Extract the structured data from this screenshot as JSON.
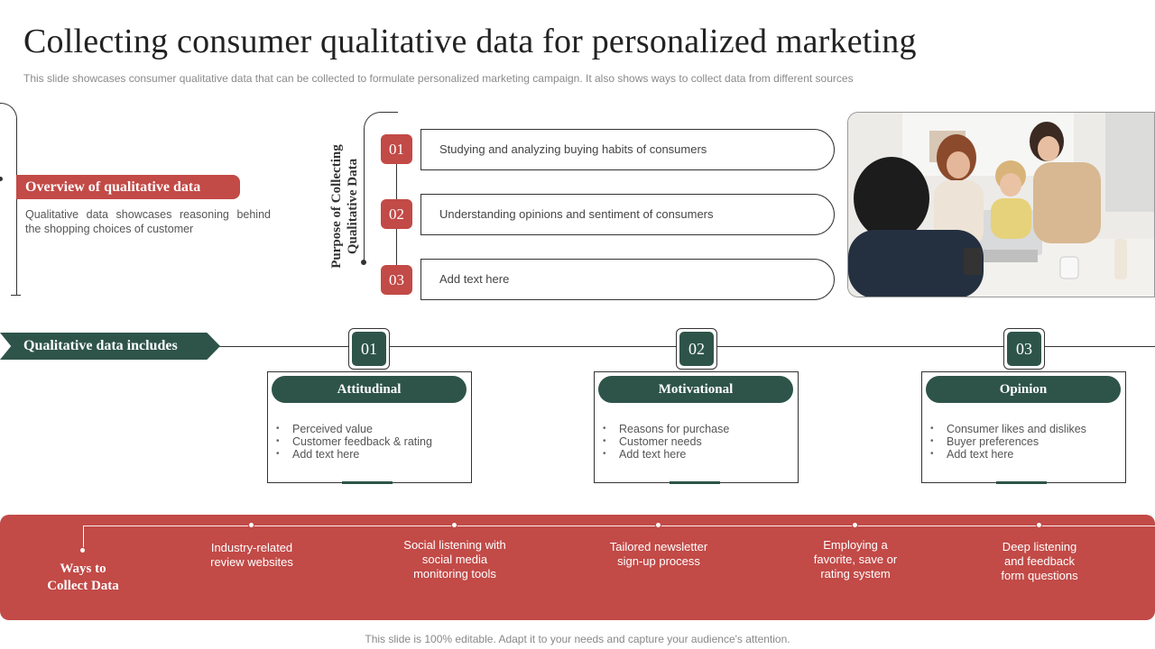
{
  "title": "Collecting consumer qualitative data for personalized marketing",
  "subtitle": "This slide showcases consumer qualitative data that can be collected to formulate personalized marketing campaign. It also shows ways to collect data from different sources",
  "overview": {
    "heading": "Overview of qualitative data",
    "text": "Qualitative data showcases reasoning behind the shopping choices of customer"
  },
  "purpose": {
    "label_line1": "Purpose of Collecting",
    "label_line2": "Qualitative Data",
    "items": [
      {
        "num": "01",
        "text": "Studying and analyzing buying habits of consumers"
      },
      {
        "num": "02",
        "text": "Understanding opinions and sentiment of consumers"
      },
      {
        "num": "03",
        "text": "Add text here"
      }
    ]
  },
  "includes": {
    "label": "Qualitative data includes",
    "cards": [
      {
        "num": "01",
        "title": "Attitudinal",
        "bullets": [
          "Perceived value",
          "Customer feedback & rating",
          "Add text here"
        ]
      },
      {
        "num": "02",
        "title": "Motivational",
        "bullets": [
          "Reasons for purchase",
          "Customer needs",
          "Add text here"
        ]
      },
      {
        "num": "03",
        "title": "Opinion",
        "bullets": [
          "Consumer likes and dislikes",
          "Buyer preferences",
          "Add text here"
        ]
      }
    ]
  },
  "ways": {
    "label_line1": "Ways to",
    "label_line2": "Collect Data",
    "items": [
      {
        "l1": "Industry-related",
        "l2": "review websites",
        "l3": ""
      },
      {
        "l1": "Social listening with",
        "l2": "social media",
        "l3": "monitoring tools"
      },
      {
        "l1": "Tailored newsletter",
        "l2": "sign-up process",
        "l3": ""
      },
      {
        "l1": "Employing a",
        "l2": "favorite, save or",
        "l3": "rating system"
      },
      {
        "l1": "Deep listening",
        "l2": "and feedback",
        "l3": "form questions"
      }
    ]
  },
  "footer": "This slide is 100% editable. Adapt it to your needs and capture your audience's attention.",
  "colors": {
    "red": "#c24a47",
    "green": "#2e5449"
  }
}
